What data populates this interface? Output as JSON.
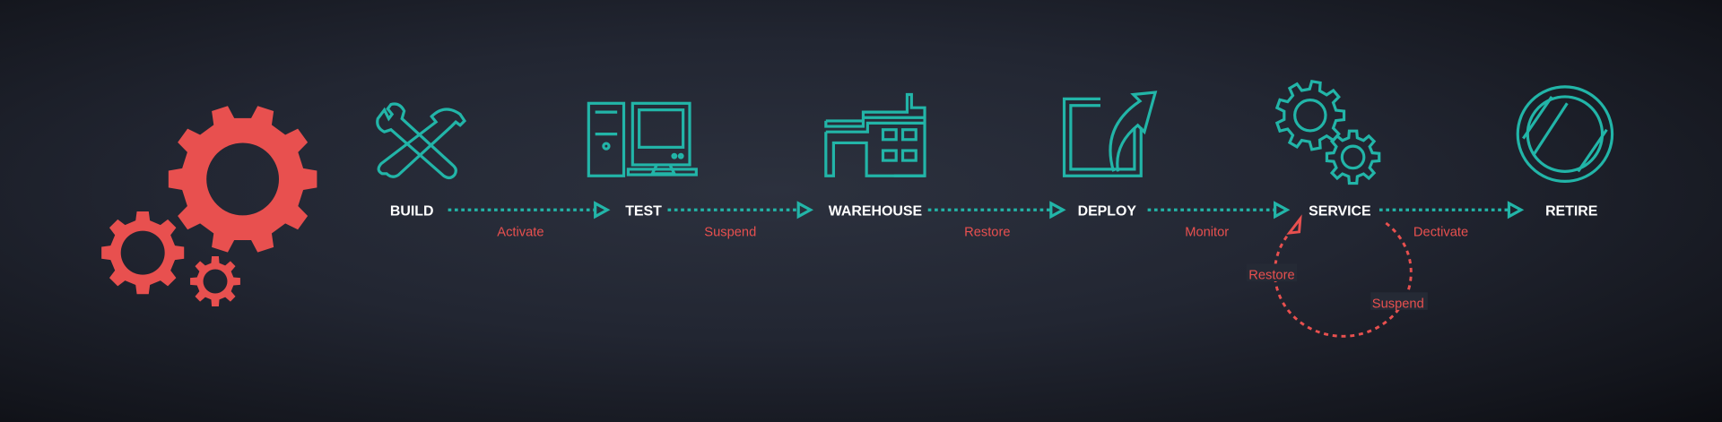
{
  "colors": {
    "accent": "#22b5a8",
    "highlight": "#e8504f",
    "label": "#ffffff"
  },
  "stages": [
    {
      "label": "BUILD",
      "icon": "tools-icon"
    },
    {
      "label": "TEST",
      "icon": "computer-icon"
    },
    {
      "label": "WAREHOUSE",
      "icon": "warehouse-icon"
    },
    {
      "label": "DEPLOY",
      "icon": "deploy-icon"
    },
    {
      "label": "SERVICE",
      "icon": "gears-icon"
    },
    {
      "label": "RETIRE",
      "icon": "prohibited-icon"
    }
  ],
  "transitions": [
    "Activate",
    "Suspend",
    "Restore",
    "Monitor",
    "Dectivate"
  ],
  "loop": {
    "restore": "Restore",
    "suspend": "Suspend"
  }
}
